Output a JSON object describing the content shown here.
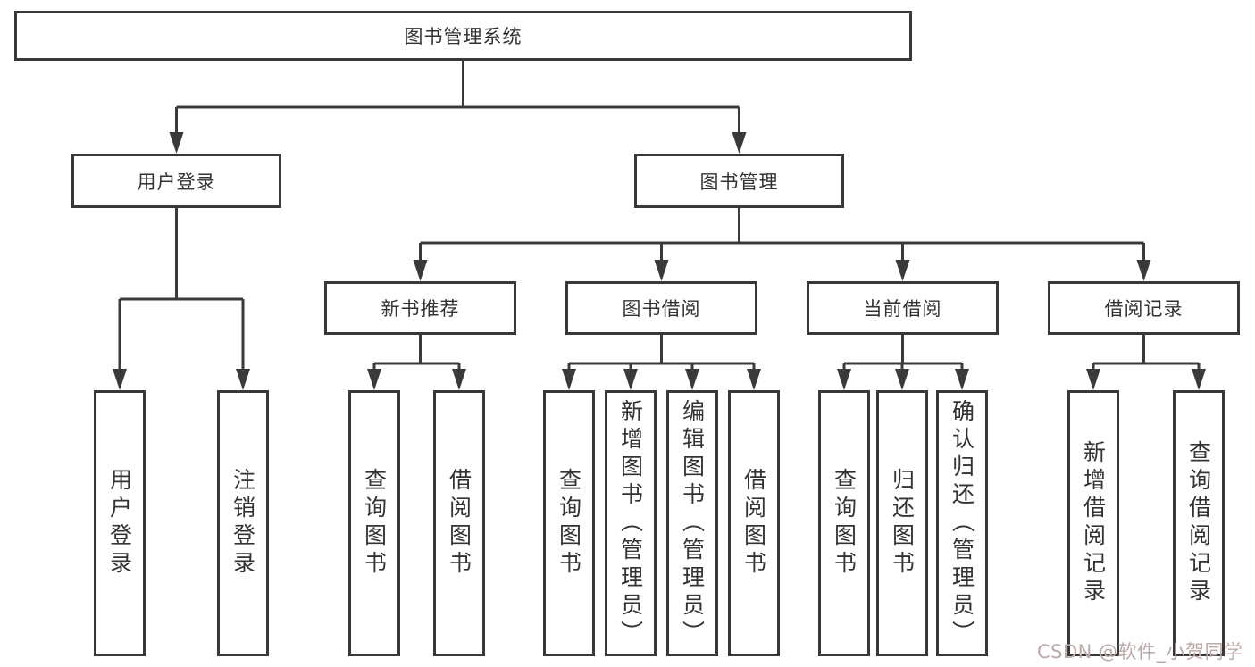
{
  "title": "图书管理系统",
  "watermark": "CSDN @软件_小贺同学",
  "colors": {
    "line": "#3a3a3a",
    "border": "#383838",
    "text": "#333333",
    "watermark": "#bca9a9",
    "background": "#ffffff"
  },
  "tree": {
    "root": "图书管理系统",
    "children": [
      {
        "label": "用户登录",
        "children": [
          "用户登录",
          "注销登录"
        ]
      },
      {
        "label": "图书管理",
        "children": [
          {
            "label": "新书推荐",
            "children": [
              "查询图书",
              "借阅图书"
            ]
          },
          {
            "label": "图书借阅",
            "children": [
              "查询图书",
              "新增图书（管理员）",
              "编辑图书（管理员）",
              "借阅图书"
            ]
          },
          {
            "label": "当前借阅",
            "children": [
              "查询图书",
              "归还图书",
              "确认归还（管理员）"
            ]
          },
          {
            "label": "借阅记录",
            "children": [
              "新增借阅记录",
              "查询借阅记录"
            ]
          }
        ]
      }
    ]
  }
}
